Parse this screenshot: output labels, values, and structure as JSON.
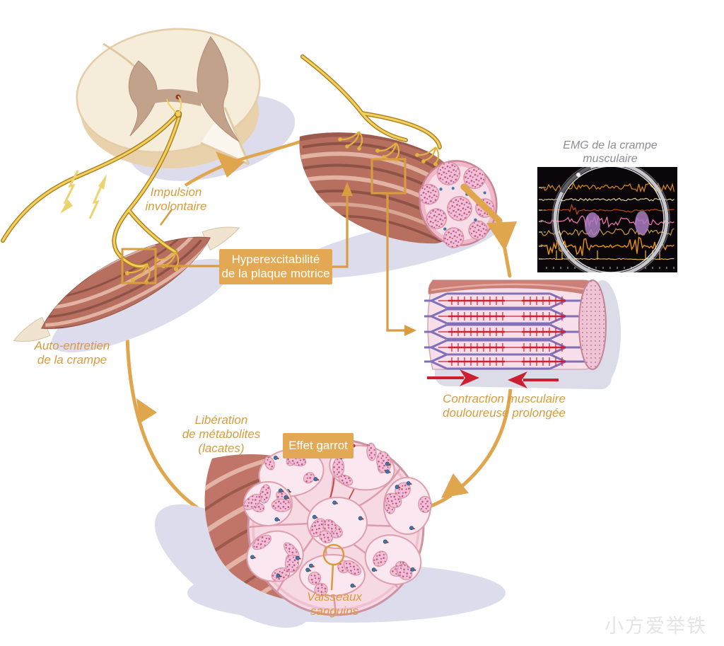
{
  "illustration": {
    "emg_title": "EMG de la crampe\nmusculaire",
    "labels": {
      "impulsion": "Impulsion\ninvolontaire",
      "auto_entretien": "Auto-entretien\nde la crampe",
      "liberation": "Libération\nde métabolites\n(lacates)",
      "contraction": "Contraction musculaire\ndouloureuse prolongée",
      "vaisseaux": "Vaisseaux\nsanguins"
    },
    "callout_boxes": {
      "hyperexcitabilite": "Hyperexcitabilité\nde la plaque motrice",
      "effet_garrot": "Effet garrot"
    },
    "watermark": "小方爱举铁",
    "colors": {
      "accent_orange": "#E0A64E",
      "label_text": "#D89B3E",
      "box_fill": "#E2A853",
      "box_text": "#FFFFFF",
      "emg_label_gray": "#8D8D95",
      "emg_screen_bg": "#0B0609",
      "nerve_yellow": "#F3CF5D",
      "muscle_red": "#B76F60",
      "fascicle_pink": "#F8DCE7",
      "sarcomere_filament_red": "#CC2030",
      "sarcomere_z_purple": "#8070B8",
      "shadow_lavender": "#DCDCEC",
      "watermark_gray": "#E4E4E4"
    }
  }
}
